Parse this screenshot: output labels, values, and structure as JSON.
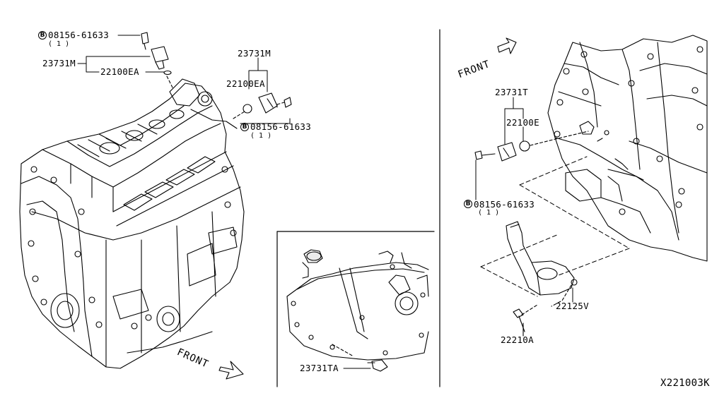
{
  "diagram_id": "X221003K",
  "front_label": "FRONT",
  "bolt_symbol": "B",
  "parts": {
    "bolt_top_left": {
      "number": "08156-61633",
      "qty": "( 1 )"
    },
    "sensor_top_left": "23731M",
    "oring_top_left": "22100EA",
    "sensor_mid": "23731M",
    "oring_mid": "22100EA",
    "bolt_mid": {
      "number": "08156-61633",
      "qty": "( 1 )"
    },
    "sensor_inset": "23731TA",
    "sensor_right": "23731T",
    "oring_right": "22100E",
    "bolt_right": {
      "number": "08156-61633",
      "qty": "( 1 )"
    },
    "cover_right": "22125V",
    "bolt_cover_right": "22210A"
  },
  "colors": {
    "ink": "#000000",
    "paper": "#ffffff"
  }
}
